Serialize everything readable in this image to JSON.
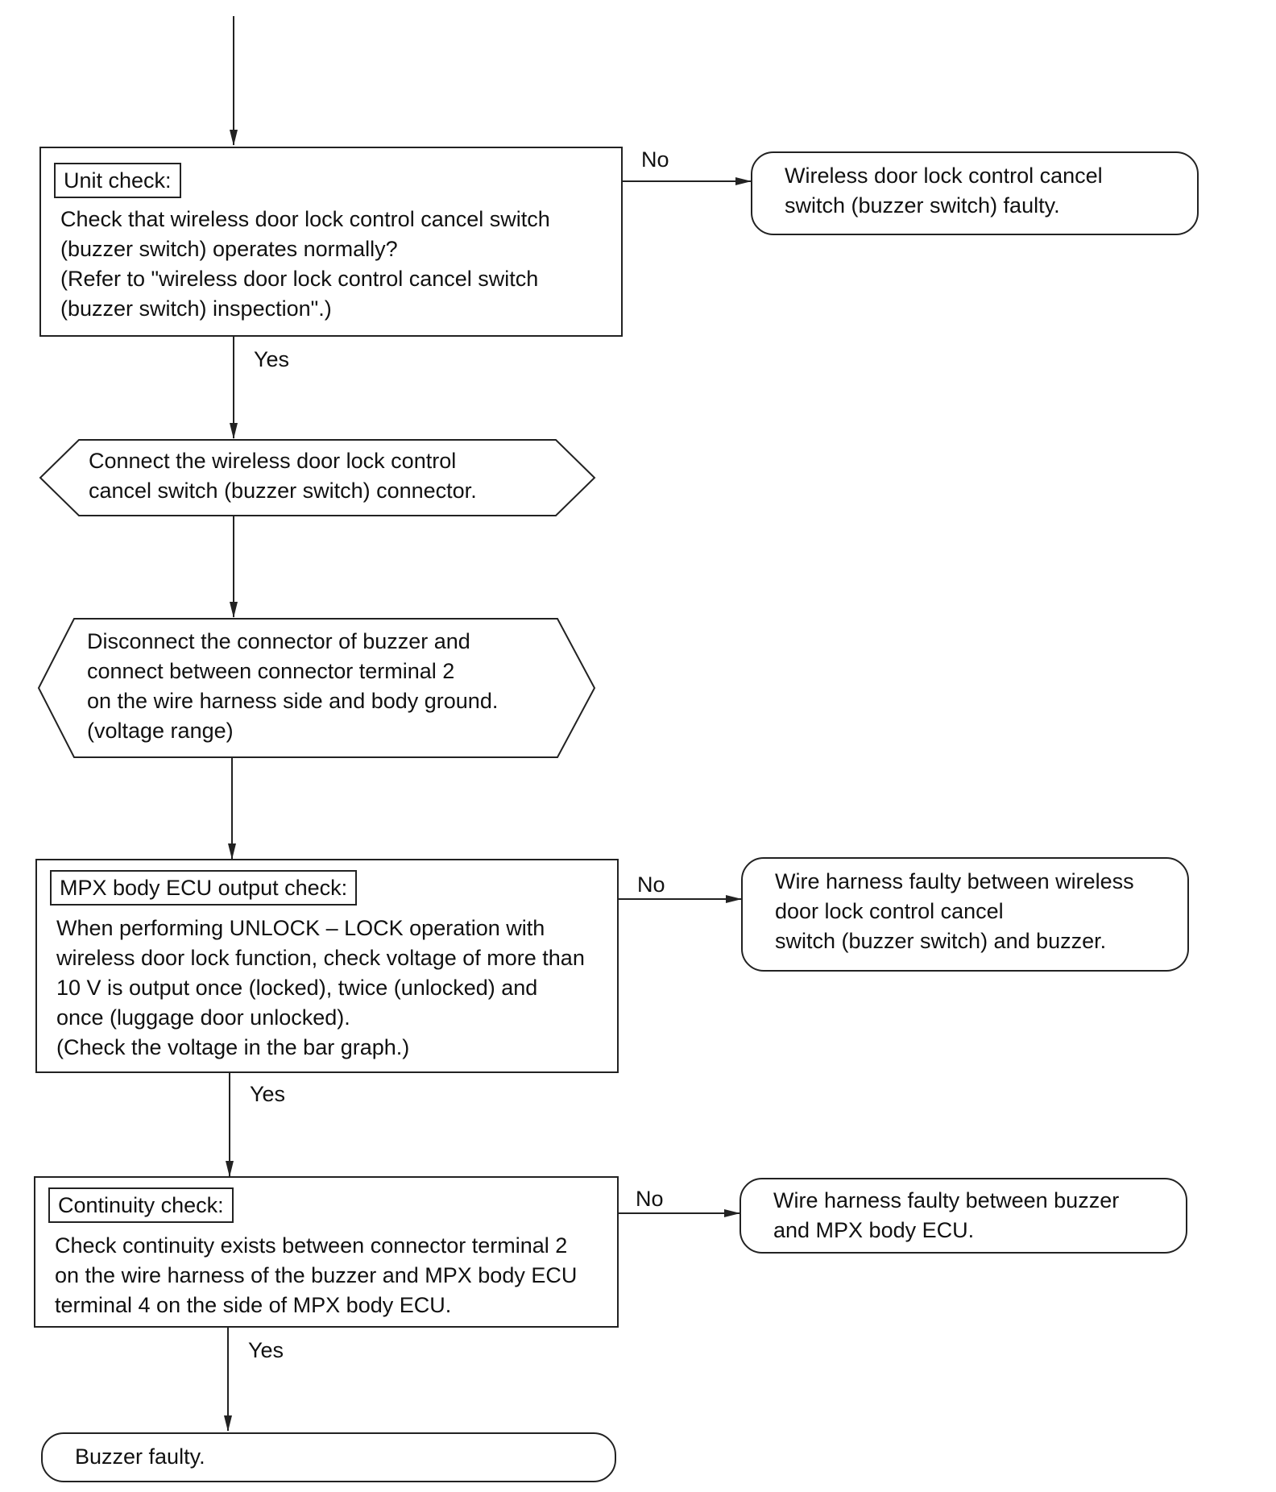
{
  "flow": {
    "unit_check": {
      "tag": "Unit check:",
      "body": "Check that wireless door lock control cancel switch\n(buzzer switch) operates normally?\n(Refer to \"wireless door lock control cancel switch\n(buzzer switch) inspection\".)"
    },
    "result_switch_faulty": "Wireless door lock control cancel\nswitch (buzzer switch) faulty.",
    "connect_step": "Connect the wireless door lock control\ncancel switch (buzzer switch) connector.",
    "disconnect_step": "Disconnect the connector of buzzer and\nconnect between connector terminal 2\non the wire harness side and body ground.\n(voltage range)",
    "mpx_check": {
      "tag": "MPX body ECU output check:",
      "body": "When performing UNLOCK – LOCK operation with\nwireless door lock function, check voltage of more than\n10 V is output once (locked), twice (unlocked) and\nonce (luggage door unlocked).\n(Check the voltage in the bar graph.)"
    },
    "result_harness_switch_buzzer": "Wire harness faulty between wireless\ndoor lock control cancel\nswitch (buzzer switch) and buzzer.",
    "continuity_check": {
      "tag": "Continuity check:",
      "body": "Check continuity exists between connector terminal 2\non the wire harness of the buzzer and MPX body ECU\nterminal 4 on the side of MPX body ECU."
    },
    "result_harness_buzzer_ecu": "Wire harness faulty between buzzer\nand MPX body ECU.",
    "result_buzzer_faulty": "Buzzer faulty."
  },
  "labels": {
    "yes": "Yes",
    "no": "No"
  }
}
